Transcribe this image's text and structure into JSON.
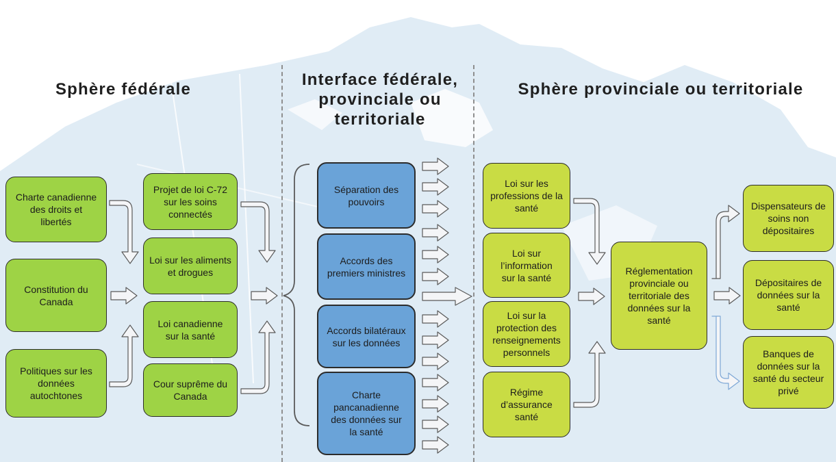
{
  "headings": {
    "federal": "Sphère fédérale",
    "interface": "Interface fédérale,\nprovinciale ou\nterritoriale",
    "provincial": "Sphère provinciale ou territoriale"
  },
  "federal_sources": [
    "Charte canadienne\ndes droits et\nlibertés",
    "Constitution du\nCanada",
    "Politiques sur les\ndonnées\nautochtones"
  ],
  "federal_laws": [
    "Projet de loi C-72\nsur les soins\nconnectés",
    "Loi sur les aliments\net drogues",
    "Loi canadienne\nsur la santé",
    "Cour suprême du\nCanada"
  ],
  "interface_items": [
    "Séparation des\npouvoirs",
    "Accords des\npremiers ministres",
    "Accords bilatéraux\nsur les données",
    "Charte\npancanadienne\ndes données sur\nla santé"
  ],
  "provincial_laws": [
    "Loi sur les\nprofessions de la\nsanté",
    "Loi sur\nl’information\nsur la santé",
    "Loi sur la\nprotection des\nrenseignements\npersonnels",
    "Régime\nd’assurance\nsanté"
  ],
  "regulation": "Réglementation\nprovinciale ou\nterritoriale des\ndonnées sur la\nsanté",
  "outcomes": [
    "Dispensateurs de\nsoins non\ndépositaires",
    "Dépositaires de\ndonnées sur la\nsanté",
    "Banques de\ndonnées sur la\nsanté du secteur\nprivé"
  ],
  "colors": {
    "green_box": "#9ed345",
    "lime_box": "#c9dc44",
    "blue_box": "#6aa3d8",
    "arrow_fill": "#f4f5f7",
    "map_fill": "#dbe9f3"
  }
}
